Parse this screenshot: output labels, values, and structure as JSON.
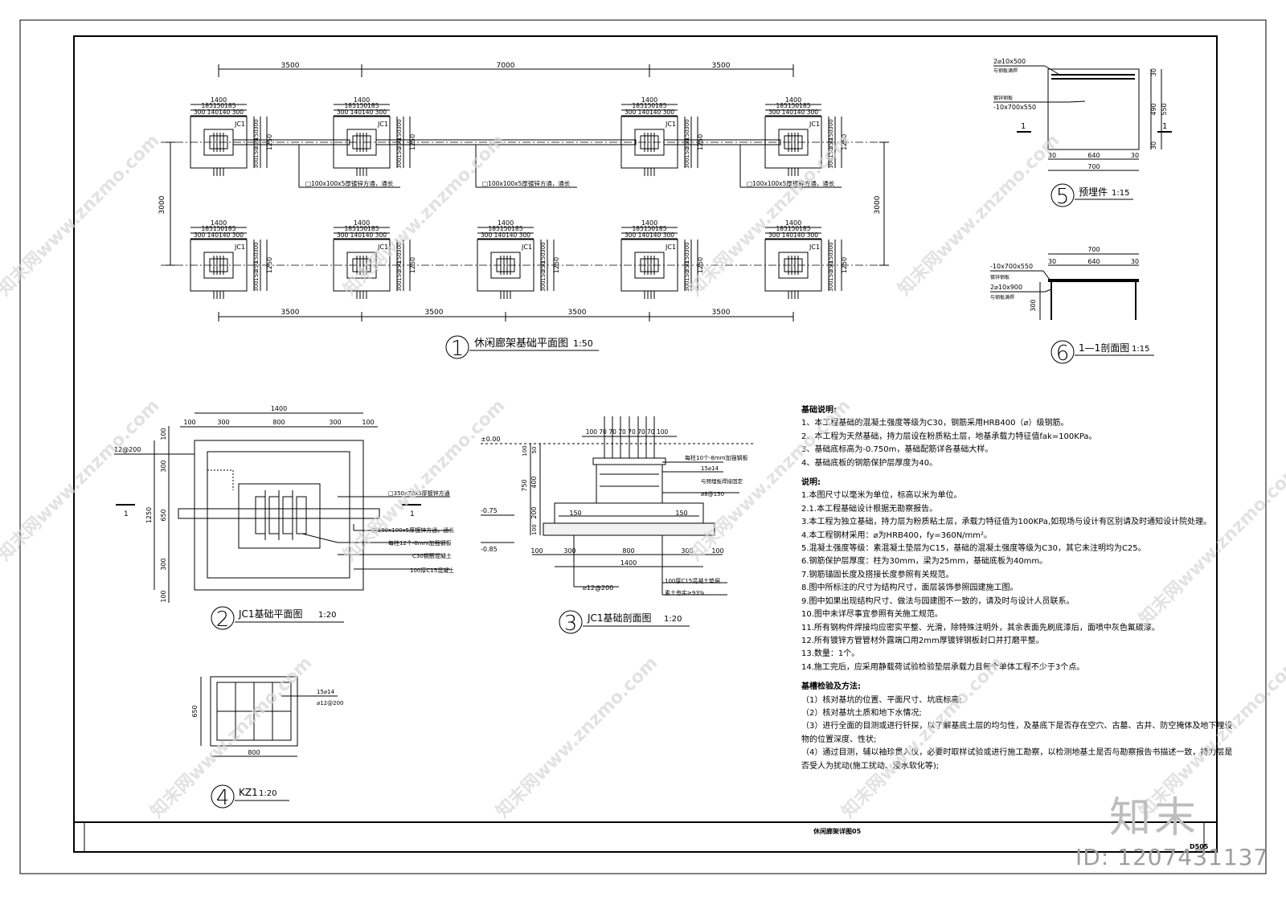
{
  "drawing": {
    "sheet_title": "休闲廊架详图05",
    "sheet_no": "D505"
  },
  "plan1": {
    "title_num": "1",
    "title": "休闲廊架基础平面图",
    "scale": "1:50",
    "top_dims": [
      "3500",
      "7000",
      "3500"
    ],
    "bottom_dims": [
      "3500",
      "3500",
      "3500",
      "3500"
    ],
    "side_dim": "3000",
    "footing_label": "JC1",
    "footing_width": "1400",
    "footing_sub1": "185150185",
    "footing_sub2": "300  140140  300",
    "footing_height": "1250",
    "footing_vdims": [
      "300",
      "150",
      "350",
      "150",
      "300"
    ],
    "beam_note": "□100x100x5厚镀锌方通，通长"
  },
  "plan2": {
    "title_num": "2",
    "title": "JC1基础平面图",
    "scale": "1:20",
    "top_total": "1400",
    "top_dims": [
      "100",
      "300",
      "800",
      "300",
      "100"
    ],
    "left_total": "1250",
    "left_dims": [
      "100",
      "300",
      "650",
      "300",
      "100"
    ],
    "rebar": "12@200",
    "section_mark": "1",
    "notes": [
      "□350x70x5厚镀锌方通",
      "□100x100x5厚镀锌方通，通长",
      "每柱12个-8mm加强钢板",
      "C30钢筋混凝土",
      "100厚C15混凝土"
    ]
  },
  "sec3": {
    "title_num": "3",
    "title": "JC1基础剖面图",
    "scale": "1:20",
    "top_dims": "100 70 70 70 70 70 70 100",
    "levels": [
      "±0.00",
      "-0.75",
      "-0.85"
    ],
    "vdims": [
      "100",
      "50",
      "750",
      "400",
      "200",
      "100"
    ],
    "inner_dims": [
      "150",
      "150"
    ],
    "bottom_dims": [
      "100",
      "300",
      "800",
      "300",
      "100"
    ],
    "bottom_total": "1400",
    "notes": [
      "每柱10个-8mm加强钢板",
      "15⌀14",
      "与预埋板焊接固定",
      "⌀8@150",
      "⌀12@200",
      "100厚C15混凝土垫层",
      "素土夯实≥93%"
    ]
  },
  "kz1": {
    "title_num": "4",
    "title": "KZ1",
    "scale": "1:20",
    "height": "650",
    "width": "800",
    "rebar": [
      "15⌀14",
      "⌀12@200"
    ]
  },
  "embed5": {
    "title_num": "5",
    "title": "预埋件",
    "scale": "1:15",
    "rebar_note": "2⌀10x500",
    "weld_note": "与钢板满焊",
    "plate_label": "镀锌钢板",
    "plate_size": "-10x700x550",
    "section_mark": "1",
    "right_dims": [
      "30",
      "490",
      "30"
    ],
    "right_total": "550",
    "bottom_dims": [
      "30",
      "640",
      "30"
    ],
    "bottom_total": "700"
  },
  "sec6": {
    "title_num": "6",
    "title": "1—1剖面图",
    "scale": "1:15",
    "top_total": "700",
    "top_dims": [
      "30",
      "640",
      "30"
    ],
    "plate_size": "-10x700x550",
    "plate_label": "镀锌钢板",
    "rebar_note": "2⌀10x900",
    "weld_note": "与钢板满焊",
    "depth": "300"
  },
  "notes": {
    "title1": "基础说明:",
    "group1": [
      "1、本工程基础的混凝土强度等级为C30，钢筋采用HRB400（⌀）级钢筋。",
      "2、本工程为天然基础，持力层设在粉质粘土层，地基承载力特征值fak=100KPa。",
      "3、基础底标高为-0.750m，基础配筋详各基础大样。",
      "4、基础底板的钢筋保护层厚度为40。"
    ],
    "title2": "说明:",
    "group2": [
      "1.本图尺寸以毫米为单位，标高以米为单位。",
      "2.1.本工程基础设计根据无勘察报告。",
      "3.本工程为独立基础，持力层为粉质粘土层，承载力特征值为100KPa,如现场与设计有区别请及时通知设计院处理。",
      "4.本工程钢材采用：⌀为HRB400，fy=360N/mm²。",
      "5.混凝土强度等级：素混凝土垫层为C15，基础的混凝土强度等级为C30，其它未注明均为C25。",
      "6.钢筋保护层厚度：柱为30mm，梁为25mm，基础底板为40mm。",
      "7.钢筋锚固长度及搭接长度参照有关规范。",
      "8.图中所标注的尺寸为结构尺寸，面层装饰参照园建施工图。",
      "9.图中如果出现结构尺寸、做法与园建图不一致的，请及时与设计人员联系。",
      "10.图中未详尽事宜参照有关施工规范。",
      "11.所有钢构件焊接均应密实平整、光滑，除特殊注明外，其余表面先刷底漆后，面喷中灰色氟碳漆。",
      "12.所有镀锌方管管材外露端口用2mm厚镀锌钢板封口并打磨平整。",
      "13.数量：1个。",
      "14.施工完后，应采用静载荷试验检验垫层承载力且每个单体工程不少于3个点。"
    ],
    "title3": "基槽检验及方法:",
    "group3": [
      "（1）核对基坑的位置、平面尺寸、坑底标高;",
      "（2）核对基坑土质和地下水情况;",
      "（3）进行全面的目测或进行钎探，以了解基底土层的均匀性，及基底下是否存在空穴、古墓、古井、防空掩体及地下埋设",
      "物的位置深度、性状;",
      "（4）通过目测，辅以袖珍贯入仪，必要时取样试验或进行施工勘察，以检测地基土是否与勘察报告书描述一致，持力层是",
      "否受人为扰动(施工扰动、浸水软化等);"
    ]
  },
  "watermark": {
    "site": "知末网www.znzmo.com",
    "brand": "知末",
    "image_id": "ID: 1207431137"
  }
}
